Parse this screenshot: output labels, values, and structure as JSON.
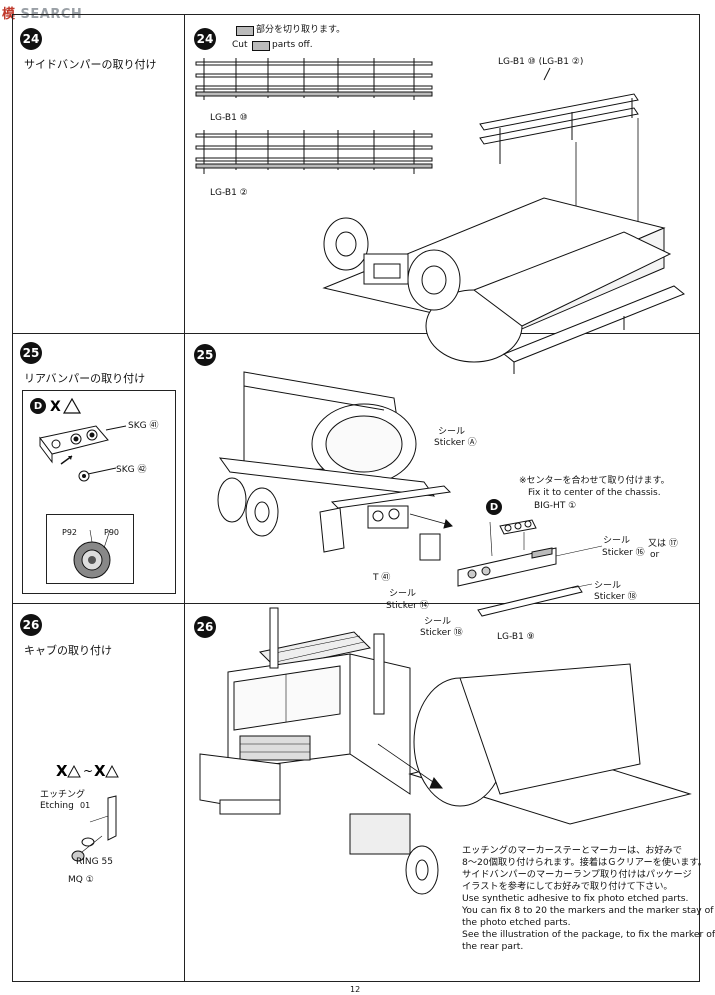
{
  "watermark": {
    "logo_glyphs": "模",
    "text": "SEARCH"
  },
  "left_panel": {
    "s24": {
      "num": "24",
      "title": "サイドバンパーの取り付け"
    },
    "s25": {
      "num": "25",
      "title": "リアバンパーの取り付け",
      "box_marks": "D",
      "parts": {
        "skg81": "SKG ㊶",
        "skg82": "SKG ㊷"
      },
      "paint": {
        "p1": "P92",
        "p2": "P90"
      }
    },
    "s26": {
      "num": "26",
      "title": "キャブの取り付け",
      "range": "X~X",
      "etching_jp": "エッチング",
      "etching_en": "Etching",
      "etching_num": "01",
      "ring": "RING 55",
      "mq": "MQ ①"
    }
  },
  "step24": {
    "num": "24",
    "cut_jp": "部分を切り取ります。",
    "cut_en_a": "Cut",
    "cut_en_b": "parts off.",
    "lg_b1_10": "LG-B1 ⑩",
    "lg_b1_2": "LG-B1 ②",
    "lg_b1_right": "LG-B1 ⑩ (LG-B1 ②)"
  },
  "step25": {
    "num": "25",
    "sticker_a_jp": "シール",
    "sticker_a_en": "Sticker Ⓐ",
    "center_note_jp": "※センターを合わせて取り付けます。",
    "center_note_en": "Fix it to center of the chassis.",
    "big_ht": "BIG-HT ①",
    "d_mark": "D",
    "s16_jp": "シール",
    "s16_en": "Sticker ⑯",
    "s16_or": "又は ⑰",
    "s16_or_en": "or",
    "s18a_jp": "シール",
    "s18a_en": "Sticker ⑱",
    "t41": "T ㊶",
    "s14_jp": "シール",
    "s14_en": "Sticker ⑭",
    "s18b_jp": "シール",
    "s18b_en": "Sticker ⑱",
    "lg_b1_9": "LG-B1 ⑨"
  },
  "step26": {
    "num": "26",
    "notes": [
      "エッチングのマーカーステーとマーカーは、お好みで",
      "8～20個取り付けられます。接着はＧクリアーを使います。",
      "サイドバンパーのマーカーランプ取り付けはパッケージ",
      "イラストを参考にしてお好みで取り付けて下さい。",
      "Use synthetic adhesive to fix photo etched parts.",
      "You can fix 8 to 20 the markers and the marker stay of",
      "the photo etched parts.",
      "See the illustration of the package, to fix the marker of",
      "the rear part."
    ]
  },
  "page_number": "12"
}
